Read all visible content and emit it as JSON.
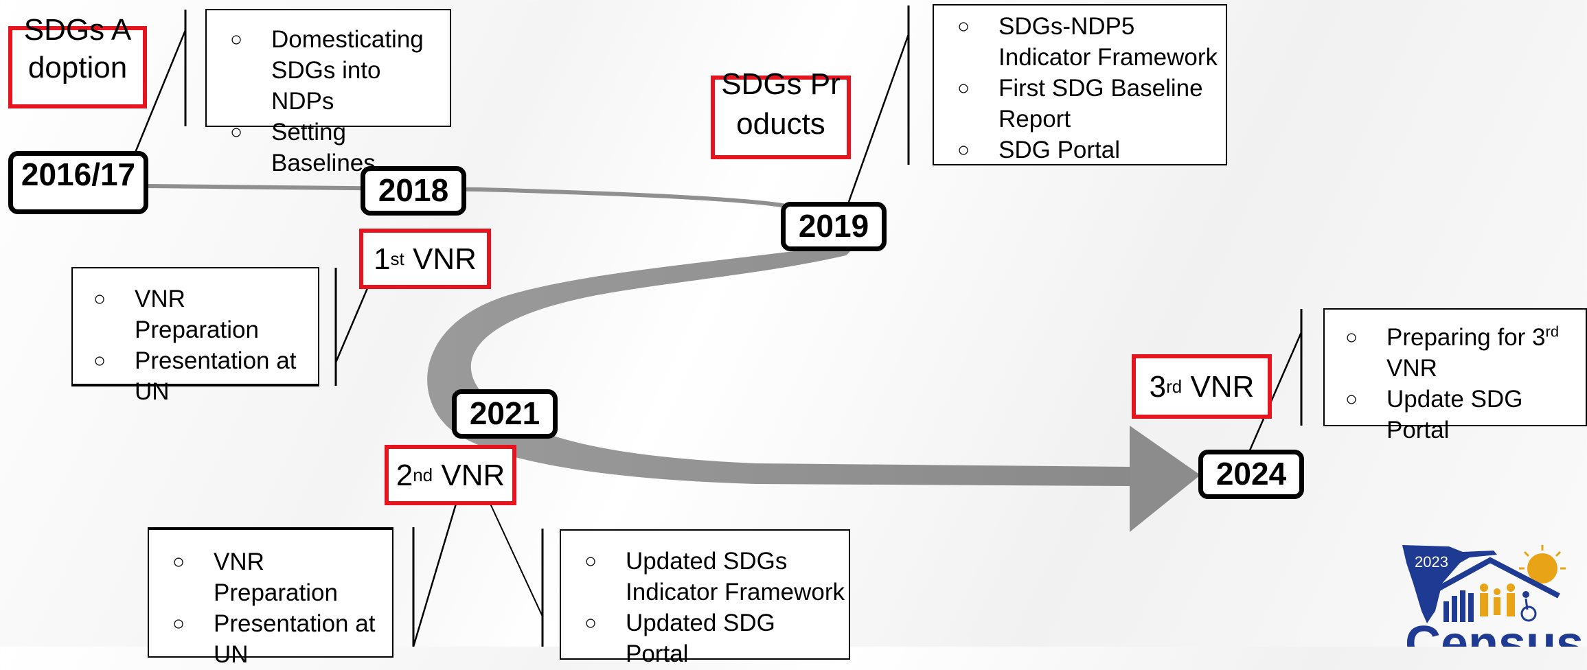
{
  "timeline": {
    "years": [
      "2016/17",
      "2018",
      "2019",
      "2021",
      "2024"
    ],
    "milestones": {
      "sdgs_adoption": "SDGs Adoption",
      "first_vnr": {
        "ordinal": "1",
        "suffix": "st",
        "label": "VNR"
      },
      "sdgs_products": "SDGs Products",
      "second_vnr": {
        "ordinal": "2",
        "suffix": "nd",
        "label": "VNR"
      },
      "third_vnr": {
        "ordinal": "3",
        "suffix": "rd",
        "label": "VNR"
      }
    },
    "notes": {
      "adoption": [
        "Domesticating SDGs into NDPs",
        "Setting Baselines"
      ],
      "first_vnr": [
        "VNR Preparation",
        "Presentation at UN"
      ],
      "products": [
        "SDGs-NDP5 Indicator Framework",
        "First SDG Baseline Report",
        "SDG Portal"
      ],
      "second_vnr_a": [
        "VNR Preparation",
        "Presentation at UN"
      ],
      "second_vnr_b": [
        "Updated SDGs Indicator Framework",
        "Updated SDG Portal"
      ],
      "third_vnr": {
        "items": [
          {
            "text": "Preparing for 3",
            "sup": "rd",
            "after": " VNR"
          },
          {
            "text": "Update SDG Portal",
            "sup": "",
            "after": ""
          }
        ]
      }
    },
    "bullet_glyph": "○"
  },
  "logo": {
    "year": "2023",
    "word": "Census",
    "colors": {
      "navy": "#1f3a93",
      "gold": "#e8a317"
    }
  },
  "colors": {
    "tag_border": "#e4151f",
    "arrow": "#8c8c8c"
  }
}
